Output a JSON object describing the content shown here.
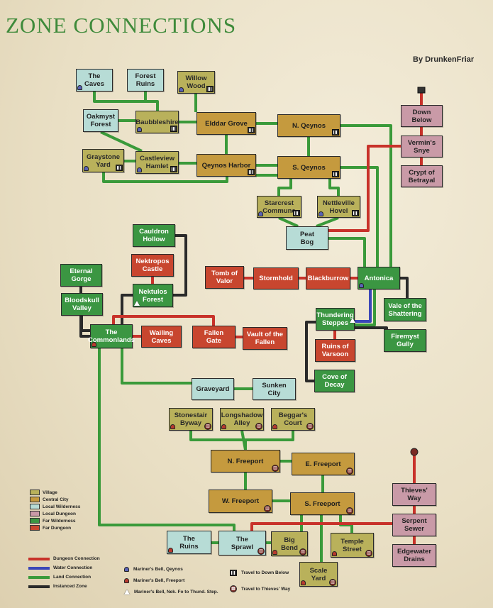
{
  "title": "ZONE CONNECTIONS",
  "author": "By DrunkenFriar",
  "colors": {
    "village": "#b9b15b",
    "central_city": "#c59a3e",
    "local_wilderness": "#b7dcd6",
    "local_dungeon": "#c99aa7",
    "far_wilderness": "#3b9642",
    "far_dungeon": "#c8462f",
    "dungeon_connection": "#c8322a",
    "water_connection": "#3b47b8",
    "land_connection": "#3a9a3a",
    "instanced_zone": "#2a2a2a"
  },
  "zones": [
    {
      "id": "the_caves",
      "label": "The\nCaves",
      "type": "localwild"
    },
    {
      "id": "forest_ruins",
      "label": "Forest\nRuins",
      "type": "localwild"
    },
    {
      "id": "willow_wood",
      "label": "Willow\nWood",
      "type": "village"
    },
    {
      "id": "oakmyst_forest",
      "label": "Oakmyst\nForest",
      "type": "localwild"
    },
    {
      "id": "baubbleshire",
      "label": "Baubbleshire",
      "type": "village"
    },
    {
      "id": "elddar_grove",
      "label": "Elddar Grove",
      "type": "central"
    },
    {
      "id": "n_qeynos",
      "label": "N. Qeynos",
      "type": "central"
    },
    {
      "id": "graystone_yard",
      "label": "Graystone\nYard",
      "type": "village"
    },
    {
      "id": "castleview_hamlet",
      "label": "Castleview\nHamlet",
      "type": "village"
    },
    {
      "id": "qeynos_harbor",
      "label": "Qeynos Harbor",
      "type": "central"
    },
    {
      "id": "s_qeynos",
      "label": "S. Qeynos",
      "type": "central"
    },
    {
      "id": "down_below",
      "label": "Down\nBelow",
      "type": "localdng"
    },
    {
      "id": "vermins_snye",
      "label": "Vermin's\nSnye",
      "type": "localdng"
    },
    {
      "id": "crypt_of_betrayal",
      "label": "Crypt of\nBetrayal",
      "type": "localdng"
    },
    {
      "id": "starcrest_commune",
      "label": "Starcrest\nCommune",
      "type": "village"
    },
    {
      "id": "nettleville_hovel",
      "label": "Nettleville\nHovel",
      "type": "village"
    },
    {
      "id": "peat_bog",
      "label": "Peat\nBog",
      "type": "localwild"
    },
    {
      "id": "cauldron_hollow",
      "label": "Cauldron\nHollow",
      "type": "farwild"
    },
    {
      "id": "nektropos_castle",
      "label": "Nektropos\nCastle",
      "type": "fardng"
    },
    {
      "id": "tomb_of_valor",
      "label": "Tomb of\nValor",
      "type": "fardng"
    },
    {
      "id": "stormhold",
      "label": "Stormhold",
      "type": "fardng"
    },
    {
      "id": "blackburrow",
      "label": "Blackburrow",
      "type": "fardng"
    },
    {
      "id": "antonica",
      "label": "Antonica",
      "type": "farwild"
    },
    {
      "id": "eternal_gorge",
      "label": "Eternal\nGorge",
      "type": "farwild"
    },
    {
      "id": "nektulos_forest",
      "label": "Nektulos\nForest",
      "type": "farwild"
    },
    {
      "id": "vale_of_the_shattering",
      "label": "Vale of the\nShattering",
      "type": "farwild"
    },
    {
      "id": "bloodskull_valley",
      "label": "Bloodskull\nValley",
      "type": "farwild"
    },
    {
      "id": "thundering_steppes",
      "label": "Thundering\nSteppes",
      "type": "farwild"
    },
    {
      "id": "the_commonlands",
      "label": "The\nCommonlands",
      "type": "farwild"
    },
    {
      "id": "wailing_caves",
      "label": "Wailing\nCaves",
      "type": "fardng"
    },
    {
      "id": "fallen_gate",
      "label": "Fallen\nGate",
      "type": "fardng"
    },
    {
      "id": "vault_of_the_fallen",
      "label": "Vault of the\nFallen",
      "type": "fardng"
    },
    {
      "id": "firemyst_gully",
      "label": "Firemyst\nGully",
      "type": "farwild"
    },
    {
      "id": "ruins_of_varsoon",
      "label": "Ruins of\nVarsoon",
      "type": "fardng"
    },
    {
      "id": "cove_of_decay",
      "label": "Cove of\nDecay",
      "type": "farwild"
    },
    {
      "id": "graveyard",
      "label": "Graveyard",
      "type": "localwild"
    },
    {
      "id": "sunken_city",
      "label": "Sunken\nCity",
      "type": "localwild"
    },
    {
      "id": "stonestair_byway",
      "label": "Stonestair\nByway",
      "type": "village"
    },
    {
      "id": "longshadow_alley",
      "label": "Longshadow\nAlley",
      "type": "village"
    },
    {
      "id": "beggars_court",
      "label": "Beggar's\nCourt",
      "type": "village"
    },
    {
      "id": "n_freeport",
      "label": "N. Freeport",
      "type": "central"
    },
    {
      "id": "e_freeport",
      "label": "E. Freeport",
      "type": "central"
    },
    {
      "id": "thieves_way",
      "label": "Thieves'\nWay",
      "type": "localdng"
    },
    {
      "id": "w_freeport",
      "label": "W. Freeport",
      "type": "central"
    },
    {
      "id": "s_freeport",
      "label": "S. Freeport",
      "type": "central"
    },
    {
      "id": "serpent_sewer",
      "label": "Serpent\nSewer",
      "type": "localdng"
    },
    {
      "id": "the_ruins",
      "label": "The\nRuins",
      "type": "localwild"
    },
    {
      "id": "the_sprawl",
      "label": "The\nSprawl",
      "type": "localwild"
    },
    {
      "id": "big_bend",
      "label": "Big\nBend",
      "type": "village"
    },
    {
      "id": "temple_street",
      "label": "Temple\nStreet",
      "type": "village"
    },
    {
      "id": "edgewater_drains",
      "label": "Edgewater\nDrains",
      "type": "localdng"
    },
    {
      "id": "scale_yard",
      "label": "Scale\nYard",
      "type": "village"
    }
  ],
  "connections": [
    {
      "from": "the_caves",
      "to": "baubbleshire",
      "kind": "land"
    },
    {
      "from": "forest_ruins",
      "to": "baubbleshire",
      "kind": "land"
    },
    {
      "from": "willow_wood",
      "to": "elddar_grove",
      "kind": "land"
    },
    {
      "from": "oakmyst_forest",
      "to": "baubbleshire",
      "kind": "land"
    },
    {
      "from": "oakmyst_forest",
      "to": "castleview_hamlet",
      "kind": "land"
    },
    {
      "from": "baubbleshire",
      "to": "elddar_grove",
      "kind": "land"
    },
    {
      "from": "elddar_grove",
      "to": "n_qeynos",
      "kind": "land"
    },
    {
      "from": "elddar_grove",
      "to": "qeynos_harbor",
      "kind": "land"
    },
    {
      "from": "graystone_yard",
      "to": "castleview_hamlet",
      "kind": "land"
    },
    {
      "from": "castleview_hamlet",
      "to": "qeynos_harbor",
      "kind": "land"
    },
    {
      "from": "qeynos_harbor",
      "to": "s_qeynos",
      "kind": "land"
    },
    {
      "from": "n_qeynos",
      "to": "s_qeynos",
      "kind": "land"
    },
    {
      "from": "graystone_yard",
      "to": "s_qeynos",
      "kind": "land"
    },
    {
      "from": "s_qeynos",
      "to": "starcrest_commune",
      "kind": "land"
    },
    {
      "from": "s_qeynos",
      "to": "nettleville_hovel",
      "kind": "land"
    },
    {
      "from": "starcrest_commune",
      "to": "peat_bog",
      "kind": "land"
    },
    {
      "from": "nettleville_hovel",
      "to": "peat_bog",
      "kind": "land"
    },
    {
      "from": "n_qeynos",
      "to": "antonica",
      "kind": "land"
    },
    {
      "from": "peat_bog",
      "to": "antonica",
      "kind": "land"
    },
    {
      "from": "s_qeynos",
      "to": "antonica",
      "kind": "land"
    },
    {
      "from": "down_below",
      "to": "vermins_snye",
      "kind": "dungeon"
    },
    {
      "from": "vermins_snye",
      "to": "crypt_of_betrayal",
      "kind": "dungeon"
    },
    {
      "from": "vermins_snye",
      "to": "peat_bog",
      "kind": "dungeon"
    },
    {
      "from": "antonica",
      "to": "blackburrow",
      "kind": "dungeon"
    },
    {
      "from": "blackburrow",
      "to": "stormhold",
      "kind": "dungeon"
    },
    {
      "from": "stormhold",
      "to": "tomb_of_valor",
      "kind": "dungeon"
    },
    {
      "from": "antonica",
      "to": "vale_of_the_shattering",
      "kind": "instanced"
    },
    {
      "from": "antonica",
      "to": "thundering_steppes",
      "kind": "water"
    },
    {
      "from": "antonica",
      "to": "thundering_steppes",
      "kind": "land"
    },
    {
      "from": "thundering_steppes",
      "to": "firemyst_gully",
      "kind": "instanced"
    },
    {
      "from": "thundering_steppes",
      "to": "ruins_of_varsoon",
      "kind": "dungeon"
    },
    {
      "from": "thundering_steppes",
      "to": "cove_of_decay",
      "kind": "instanced"
    },
    {
      "from": "nektulos_forest",
      "to": "cauldron_hollow",
      "kind": "instanced"
    },
    {
      "from": "nektulos_forest",
      "to": "nektropos_castle",
      "kind": "dungeon"
    },
    {
      "from": "nektulos_forest",
      "to": "the_commonlands",
      "kind": "instanced"
    },
    {
      "from": "eternal_gorge",
      "to": "the_commonlands",
      "kind": "instanced"
    },
    {
      "from": "bloodskull_valley",
      "to": "the_commonlands",
      "kind": "instanced"
    },
    {
      "from": "the_commonlands",
      "to": "wailing_caves",
      "kind": "dungeon"
    },
    {
      "from": "the_commonlands",
      "to": "fallen_gate",
      "kind": "dungeon"
    },
    {
      "from": "fallen_gate",
      "to": "vault_of_the_fallen",
      "kind": "dungeon"
    },
    {
      "from": "the_commonlands",
      "to": "graveyard",
      "kind": "land"
    },
    {
      "from": "the_commonlands",
      "to": "the_sprawl",
      "kind": "land"
    },
    {
      "from": "graveyard",
      "to": "sunken_city",
      "kind": "land"
    },
    {
      "from": "stonestair_byway",
      "to": "n_freeport",
      "kind": "land"
    },
    {
      "from": "longshadow_alley",
      "to": "n_freeport",
      "kind": "land"
    },
    {
      "from": "beggars_court",
      "to": "n_freeport",
      "kind": "land"
    },
    {
      "from": "n_freeport",
      "to": "e_freeport",
      "kind": "land"
    },
    {
      "from": "n_freeport",
      "to": "w_freeport",
      "kind": "land"
    },
    {
      "from": "e_freeport",
      "to": "s_freeport",
      "kind": "land"
    },
    {
      "from": "w_freeport",
      "to": "s_freeport",
      "kind": "land"
    },
    {
      "from": "s_freeport",
      "to": "big_bend",
      "kind": "land"
    },
    {
      "from": "s_freeport",
      "to": "temple_street",
      "kind": "land"
    },
    {
      "from": "s_freeport",
      "to": "scale_yard",
      "kind": "land"
    },
    {
      "from": "the_sprawl",
      "to": "the_ruins",
      "kind": "land"
    },
    {
      "from": "the_sprawl",
      "to": "big_bend",
      "kind": "land"
    },
    {
      "from": "thieves_way",
      "to": "serpent_sewer",
      "kind": "dungeon"
    },
    {
      "from": "serpent_sewer",
      "to": "edgewater_drains",
      "kind": "dungeon"
    },
    {
      "from": "serpent_sewer",
      "to": "the_sprawl",
      "kind": "dungeon"
    }
  ],
  "legend": {
    "zone_types": [
      {
        "label": "Village",
        "type": "village"
      },
      {
        "label": "Central City",
        "type": "central"
      },
      {
        "label": "Local Wilderness",
        "type": "localwild"
      },
      {
        "label": "Local Dungeon",
        "type": "localdng"
      },
      {
        "label": "Far Wilderness",
        "type": "farwild"
      },
      {
        "label": "Far Dungeon",
        "type": "fardng"
      }
    ],
    "connection_types": [
      {
        "label": "Dungeon Connection",
        "kind": "dungeon"
      },
      {
        "label": "Water Connection",
        "kind": "water"
      },
      {
        "label": "Land Connection",
        "kind": "land"
      },
      {
        "label": "Instanced Zone",
        "kind": "instanced"
      }
    ],
    "markers": [
      {
        "label": "Mariner's Bell, Qeynos",
        "icon": "bell-qeynos-icon"
      },
      {
        "label": "Mariner's Bell, Freeport",
        "icon": "bell-freeport-icon"
      },
      {
        "label": "Mariner's Bell, Nek. Fo to Thund. Step.",
        "icon": "bell-nek-icon"
      },
      {
        "label": "Travel to Down Below",
        "icon": "down-below-travel-icon"
      },
      {
        "label": "Travel to Thieves' Way",
        "icon": "thieves-way-travel-icon"
      }
    ]
  }
}
